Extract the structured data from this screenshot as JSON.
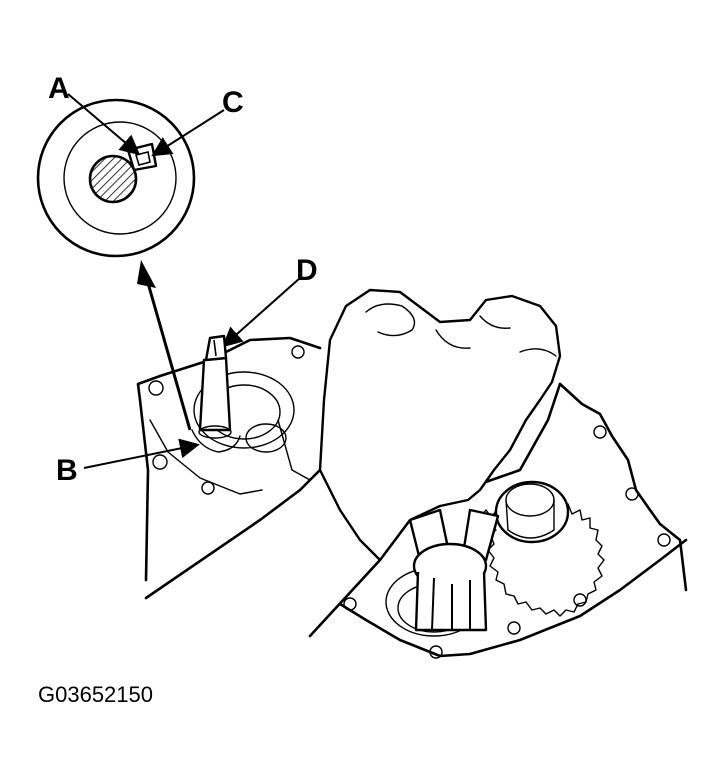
{
  "labels": {
    "a": "A",
    "b": "B",
    "c": "C",
    "d": "D"
  },
  "figure_id": "G03652150",
  "colors": {
    "ink": "#000000",
    "paper": "#ffffff"
  }
}
